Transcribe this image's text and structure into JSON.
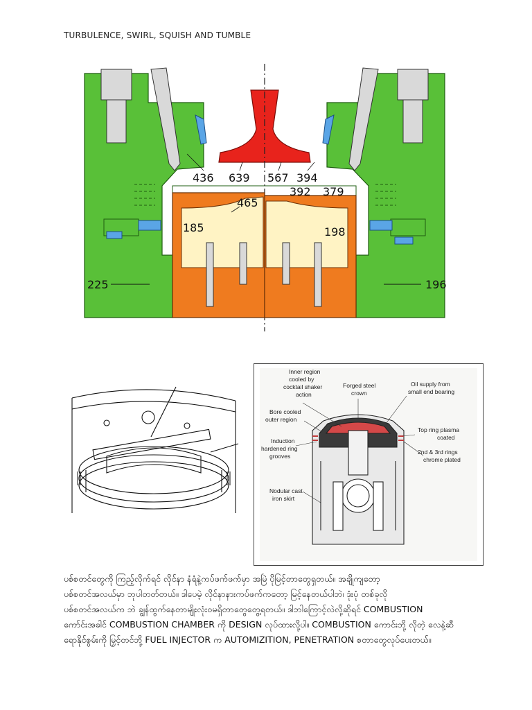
{
  "header": {
    "title": "TURBULENCE, SWIRL, SQUISH AND TUMBLE"
  },
  "engine_figure": {
    "labels": {
      "l436": "436",
      "l639": "639",
      "l567": "567",
      "l394": "394",
      "l392": "392",
      "l379": "379",
      "l465": "465",
      "l185": "185",
      "l198": "198",
      "l225": "225",
      "l196": "196"
    },
    "colors": {
      "head": "#59c038",
      "piston": "#ef7b1f",
      "valve": "#e8231c",
      "crown": "#fff3c4",
      "coolant": "#5aa5e6",
      "steel": "#d9d9d9"
    }
  },
  "piston_figure": {
    "callouts": {
      "inner_region": [
        "Inner region",
        "cooled by",
        "cocktail shaker",
        "action"
      ],
      "forged_crown": [
        "Forged steel",
        "crown"
      ],
      "oil_supply": [
        "Oil supply from",
        "small end bearing"
      ],
      "bore_cooled": [
        "Bore cooled",
        "outer region"
      ],
      "top_ring": [
        "Top ring plasma",
        "coated"
      ],
      "induction": [
        "Induction",
        "hardened ring",
        "grooves"
      ],
      "rings_23": [
        "2nd & 3rd rings",
        "chrome plated"
      ],
      "nodular": [
        "Nodular cast",
        "iron skirt"
      ]
    }
  },
  "body_text": {
    "lines": [
      "ပစ်စတင်တွေကို ကြည့်လိုက်ရင် လိုင်နာ နံရံနဲ့ကပ်ဖက်ဖက်မှာ အမြဲ ပိုမြင့်တာတွေရှတယ်။ အချိုကျတော့",
      "ပစ်စတင်အလယ်မှာ ဘုပါတတ်တယ်။ ဒါပေမဲ့ လိုင်နာနားကပ်ဖက်ကတော့ မြင့်နေတယ်ပါဘဲ၊ ဒုံးပုံ တစ်ခုလို",
      "ပစ်စတင်အလယ်က ဘဲ ချွန်ထွက်နေတာမျိုးလုံးဝမရှိတာတွေတွေ့ရတယ်။ ဒါဘါကြောင့်လဲလို့ဆိုရင် COMBUSTION",
      "ကော်င်းအခါင် COMBUSTION CHAMBER ကို DESIGN  လုပ်ထားလို့ပါ။ COMBUSTION ကောင်းဘို့ လိုတဲ့ လေနဲ့ဆီ",
      "ရောနိုင်စွမ်းကို မြှင့်တင်ဘို့ FUEL INJECTOR က AUTOMIZITION, PENETRATION စတာတွေလုပ်ပေးတယ်။"
    ]
  }
}
